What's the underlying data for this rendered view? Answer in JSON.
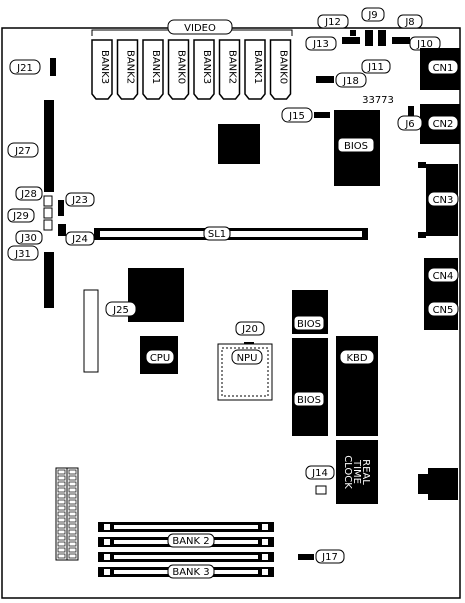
{
  "board_number": "33773",
  "video_label": "VIDEO",
  "slot_label": "SL1",
  "banks_video": [
    "BANK3",
    "BANK2",
    "BANK1",
    "BANK0",
    "BANK3",
    "BANK2",
    "BANK1",
    "BANK0"
  ],
  "bios_labels": [
    "BIOS",
    "BIOS",
    "BIOS"
  ],
  "kbd_label": "KBD",
  "cpu_label": "CPU",
  "npu_label": "NPU",
  "rtc_label": "REAL TIME CLOCK",
  "rtc_lines": [
    "REAL",
    "TIME",
    "CLOCK"
  ],
  "simm_labels": [
    "BANK 2",
    "BANK 3"
  ],
  "jumpers": [
    "J6",
    "J8",
    "J9",
    "J10",
    "J11",
    "J12",
    "J13",
    "J14",
    "J15",
    "J17",
    "J18",
    "J20",
    "J21",
    "J23",
    "J24",
    "J25",
    "J27",
    "J28",
    "J29",
    "J30",
    "J31"
  ],
  "connectors": [
    "CN1",
    "CN2",
    "CN3",
    "CN4",
    "CN5"
  ]
}
